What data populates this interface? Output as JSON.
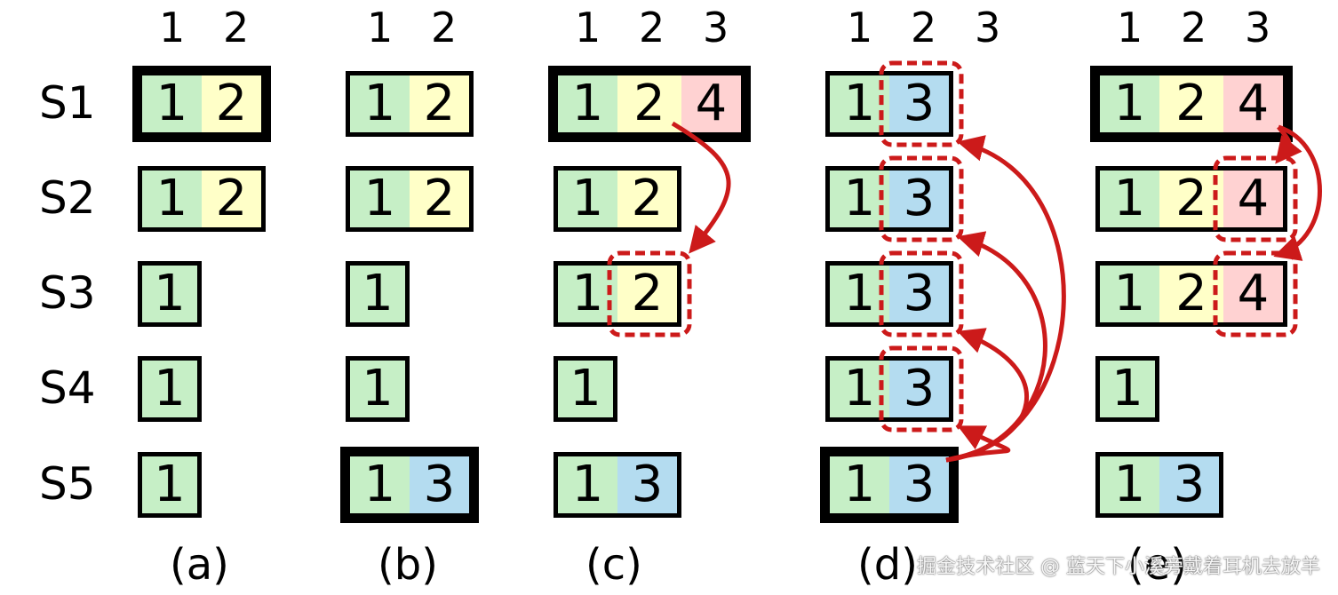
{
  "log_index_labels": [
    [
      "1",
      "2"
    ],
    [
      "1",
      "2"
    ],
    [
      "1",
      "2",
      "3"
    ],
    [
      "1",
      "2",
      "3"
    ],
    [
      "1",
      "2",
      "3"
    ]
  ],
  "server_labels": [
    "S1",
    "S2",
    "S3",
    "S4",
    "S5"
  ],
  "panel_captions": [
    "(a)",
    "(b)",
    "(c)",
    "(d)",
    "(e)"
  ],
  "term_colors": {
    "1": "#c6efc6",
    "2": "#ffffc8",
    "3": "#b4dcf0",
    "4": "#ffd2d2"
  },
  "highlight_color": "#cc1a1a",
  "panels": [
    {
      "caption": "(a)",
      "leader": "S1",
      "logs": [
        [
          "1",
          "2"
        ],
        [
          "1",
          "2"
        ],
        [
          "1"
        ],
        [
          "1"
        ],
        [
          "1"
        ]
      ]
    },
    {
      "caption": "(b)",
      "leader": "S5",
      "logs": [
        [
          "1",
          "2"
        ],
        [
          "1",
          "2"
        ],
        [
          "1"
        ],
        [
          "1"
        ],
        [
          "1",
          "3"
        ]
      ]
    },
    {
      "caption": "(c)",
      "leader": "S1",
      "logs": [
        [
          "1",
          "2",
          "4"
        ],
        [
          "1",
          "2"
        ],
        [
          "1",
          "2"
        ],
        [
          "1"
        ],
        [
          "1",
          "3"
        ]
      ],
      "replicated": [
        {
          "server": "S3",
          "index": 2
        }
      ],
      "arrows": [
        {
          "from": "S1",
          "to": "S3"
        }
      ]
    },
    {
      "caption": "(d)",
      "leader": "S5",
      "logs": [
        [
          "1",
          "3"
        ],
        [
          "1",
          "3"
        ],
        [
          "1",
          "3"
        ],
        [
          "1",
          "3"
        ],
        [
          "1",
          "3"
        ]
      ],
      "replicated": [
        {
          "server": "S1",
          "index": 2
        },
        {
          "server": "S2",
          "index": 2
        },
        {
          "server": "S3",
          "index": 2
        },
        {
          "server": "S4",
          "index": 2
        }
      ],
      "arrows": [
        {
          "from": "S5",
          "to": "S1"
        },
        {
          "from": "S5",
          "to": "S2"
        },
        {
          "from": "S5",
          "to": "S3"
        },
        {
          "from": "S5",
          "to": "S4"
        }
      ]
    },
    {
      "caption": "(e)",
      "leader": "S1",
      "logs": [
        [
          "1",
          "2",
          "4"
        ],
        [
          "1",
          "2",
          "4"
        ],
        [
          "1",
          "2",
          "4"
        ],
        [
          "1"
        ],
        [
          "1",
          "3"
        ]
      ],
      "replicated": [
        {
          "server": "S2",
          "index": 3
        },
        {
          "server": "S3",
          "index": 3
        }
      ],
      "arrows": [
        {
          "from": "S1",
          "to": "S2"
        },
        {
          "from": "S1",
          "to": "S3"
        }
      ]
    }
  ],
  "watermark": "掘金技术社区 @ 蓝天下小溪旁戴着耳机去放羊"
}
